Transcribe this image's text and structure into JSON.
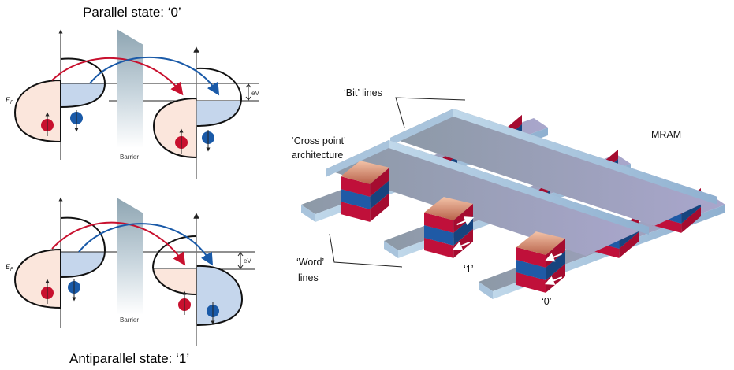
{
  "band_diagrams": {
    "parallel": {
      "title": "Parallel state: ‘0’",
      "fermi_label": "E",
      "fermi_sub": "F",
      "bias_label": "eV",
      "barrier_label": "Barrier"
    },
    "antiparallel": {
      "title": "Antiparallel state: ‘1’",
      "fermi_label": "E",
      "fermi_sub": "F",
      "bias_label": "eV",
      "barrier_label": "Barrier"
    }
  },
  "mram": {
    "title": "MRAM",
    "bit_lines_label": "‘Bit’ lines",
    "cross_point_label_1": "‘Cross point’",
    "cross_point_label_2": "architecture",
    "word_lines_label_1": "‘Word’",
    "word_lines_label_2": "lines",
    "state_one_label": "‘1’",
    "state_zero_label": "‘0’"
  },
  "colors": {
    "spin_up": "#c8102e",
    "spin_down": "#1a5aa8",
    "band_up_fill": "#fbe6dc",
    "band_down_fill": "#c5d6ec",
    "barrier": "#8fa6b3",
    "line_top": "#8d9aa8",
    "line_side": "#a9c4dc",
    "cube_red": "#c0103a",
    "cube_blue": "#1f5aa6"
  }
}
